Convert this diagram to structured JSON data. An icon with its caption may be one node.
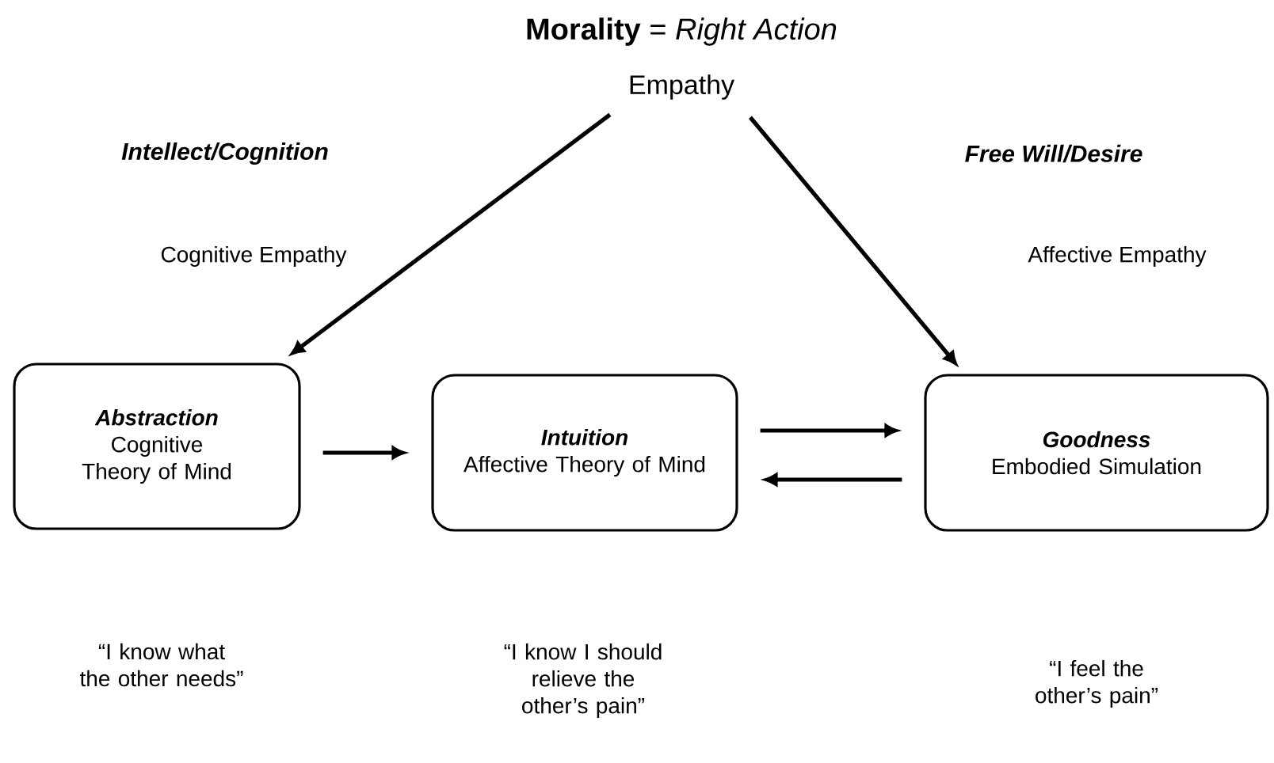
{
  "diagram": {
    "title": "**Morality** = *Right Action*",
    "nodes": [
      {
        "text": [
          "Empathy"
        ]
      },
      {
        "text": [
          "Abstraction",
          "Cognitive Theory of Mind"
        ]
      },
      {
        "text": [
          "Intuition",
          "Affective Theory of Mind"
        ]
      },
      {
        "text": [
          "Goodness",
          "Embodied Simulation"
        ]
      }
    ],
    "edges": [
      {
        "from": 0,
        "to": 1,
        "arrow": "to"
      },
      {
        "from": 0,
        "to": 3,
        "arrow": "to"
      },
      {
        "from": 1,
        "to": 2,
        "arrow": "to"
      },
      {
        "from": 2,
        "to": 3,
        "arrow": "to"
      },
      {
        "from": 3,
        "to": 2,
        "arrow": "to"
      }
    ],
    "labels": [
      "Intellect/Cognition",
      "Free Will/Desire",
      "Cognitive Empathy",
      "Affective Empathy",
      "“I know what the other needs”",
      "“I know I should relieve the other’s pain”",
      "“I feel the other’s pain”"
    ]
  }
}
